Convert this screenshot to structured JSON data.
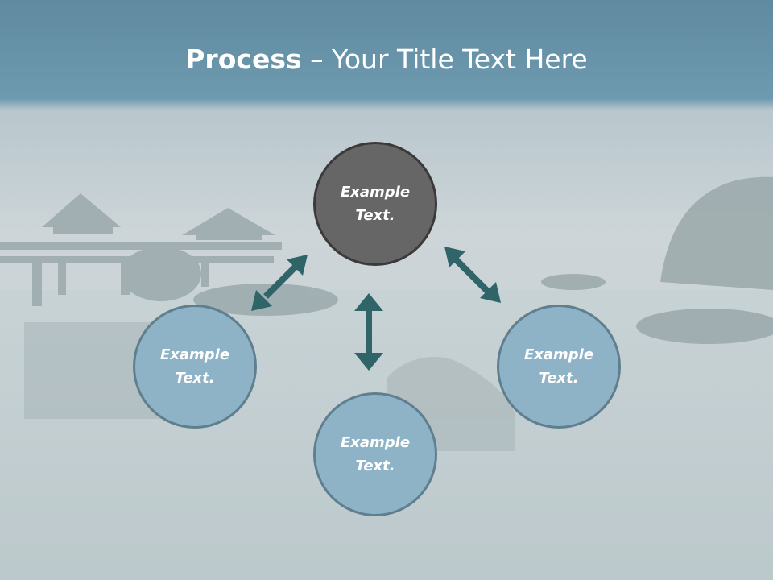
{
  "slide": {
    "title_bold": "Process",
    "title_rest": " – Your Title Text Here"
  },
  "nodes": [
    {
      "id": "top",
      "text": "Example Text."
    },
    {
      "id": "left",
      "text": "Example Text."
    },
    {
      "id": "right",
      "text": "Example Text."
    },
    {
      "id": "bottom",
      "text": "Example Text."
    }
  ],
  "colors": {
    "node_fill": "#8fb3c6",
    "node_border": "#5f7f8f",
    "center_fill": "#666666",
    "center_border": "#3a3a3a",
    "arrow": "#2f6468",
    "header": "#6d9ab0"
  }
}
